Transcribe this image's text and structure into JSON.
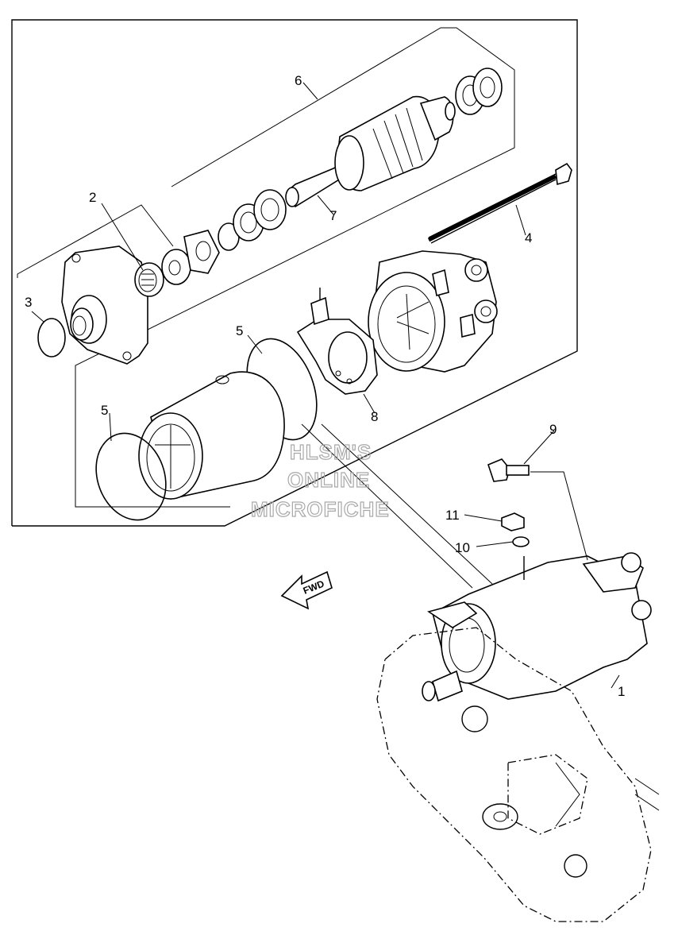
{
  "callouts": [
    "1",
    "2",
    "3",
    "4",
    "5",
    "5",
    "6",
    "7",
    "8",
    "9",
    "10",
    "11"
  ],
  "watermark": [
    "HLSM'S",
    "ONLINE",
    "MICROFICHE"
  ],
  "fwd_label": "FWD"
}
